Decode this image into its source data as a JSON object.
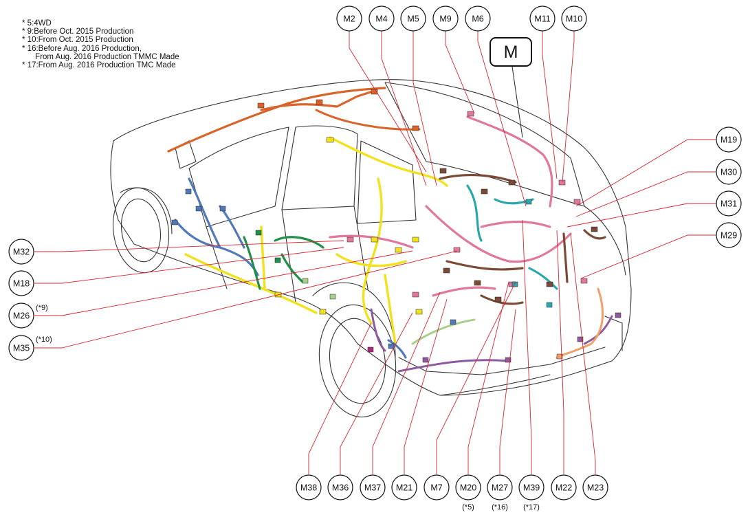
{
  "notes": [
    "* 5:4WD",
    "* 9:Before Oct. 2015 Production",
    "* 10:From Oct. 2015 Production",
    "* 16:Before Aug. 2016 Production,",
    "      From Aug. 2016 Production TMMC Made",
    "* 17:From Aug. 2016 Production TMC Made"
  ],
  "main_label": "M",
  "connectors_top": [
    {
      "id": "M2"
    },
    {
      "id": "M4"
    },
    {
      "id": "M5"
    },
    {
      "id": "M9"
    },
    {
      "id": "M6"
    },
    {
      "id": "M11"
    },
    {
      "id": "M10"
    }
  ],
  "connectors_right": [
    {
      "id": "M19"
    },
    {
      "id": "M30"
    },
    {
      "id": "M31"
    },
    {
      "id": "M29"
    }
  ],
  "connectors_left": [
    {
      "id": "M32",
      "note": ""
    },
    {
      "id": "M18",
      "note": ""
    },
    {
      "id": "M26",
      "note": "(*9)"
    },
    {
      "id": "M35",
      "note": "(*10)"
    }
  ],
  "connectors_bottom": [
    {
      "id": "M38",
      "note": ""
    },
    {
      "id": "M36",
      "note": ""
    },
    {
      "id": "M37",
      "note": ""
    },
    {
      "id": "M21",
      "note": ""
    },
    {
      "id": "M7",
      "note": ""
    },
    {
      "id": "M20",
      "note": "(*5)"
    },
    {
      "id": "M27",
      "note": "(*16)"
    },
    {
      "id": "M39",
      "note": "(*17)"
    },
    {
      "id": "M22",
      "note": ""
    },
    {
      "id": "M23",
      "note": ""
    }
  ],
  "harness_colors": {
    "leader": "#d9232e",
    "orange": "#d8642a",
    "yellow": "#f2e11d",
    "blue": "#4f79b8",
    "green": "#1f8f4a",
    "pink": "#e0789a",
    "brown": "#7a4a36",
    "teal": "#2aa7ad",
    "purple": "#8e5a9e",
    "peach": "#f0a068",
    "lightgreen": "#a8d08a"
  }
}
